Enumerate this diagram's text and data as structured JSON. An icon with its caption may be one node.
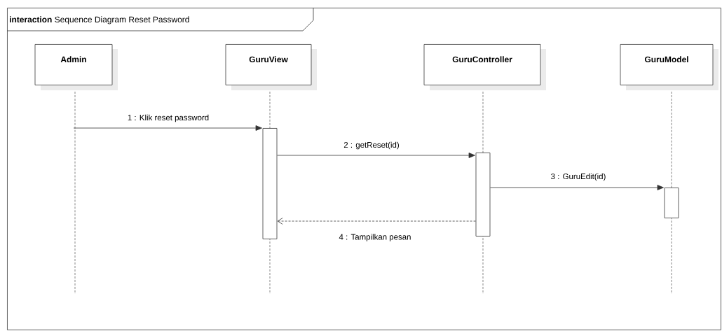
{
  "diagram": {
    "nodes": [
      {
        "text": [
          "interaction",
          "Sequence Diagram Reset Password"
        ]
      },
      {
        "text": [
          "Admin"
        ],
        "in": 0
      },
      {
        "text": [
          "GuruView"
        ],
        "in": 0
      },
      {
        "text": [
          "GuruController"
        ],
        "in": 0
      },
      {
        "text": [
          "GuruModel"
        ],
        "in": 0
      },
      {
        "text": [],
        "shape": "bar",
        "in": 0
      },
      {
        "text": [],
        "shape": "bar",
        "in": 0
      },
      {
        "text": [],
        "shape": "bar",
        "in": 0
      }
    ],
    "edges": [
      {
        "from": 1,
        "to": 5,
        "arrow": "to",
        "label": "1 : Klik reset password"
      },
      {
        "from": 5,
        "to": 6,
        "arrow": "to",
        "label": "2 : getReset(id)"
      },
      {
        "from": 6,
        "to": 7,
        "arrow": "to",
        "label": "3 : GuruEdit(id)"
      },
      {
        "from": 6,
        "to": 5,
        "arrow": "to",
        "label": "4 : Tampilkan pesan",
        "style": "dashed"
      }
    ]
  }
}
